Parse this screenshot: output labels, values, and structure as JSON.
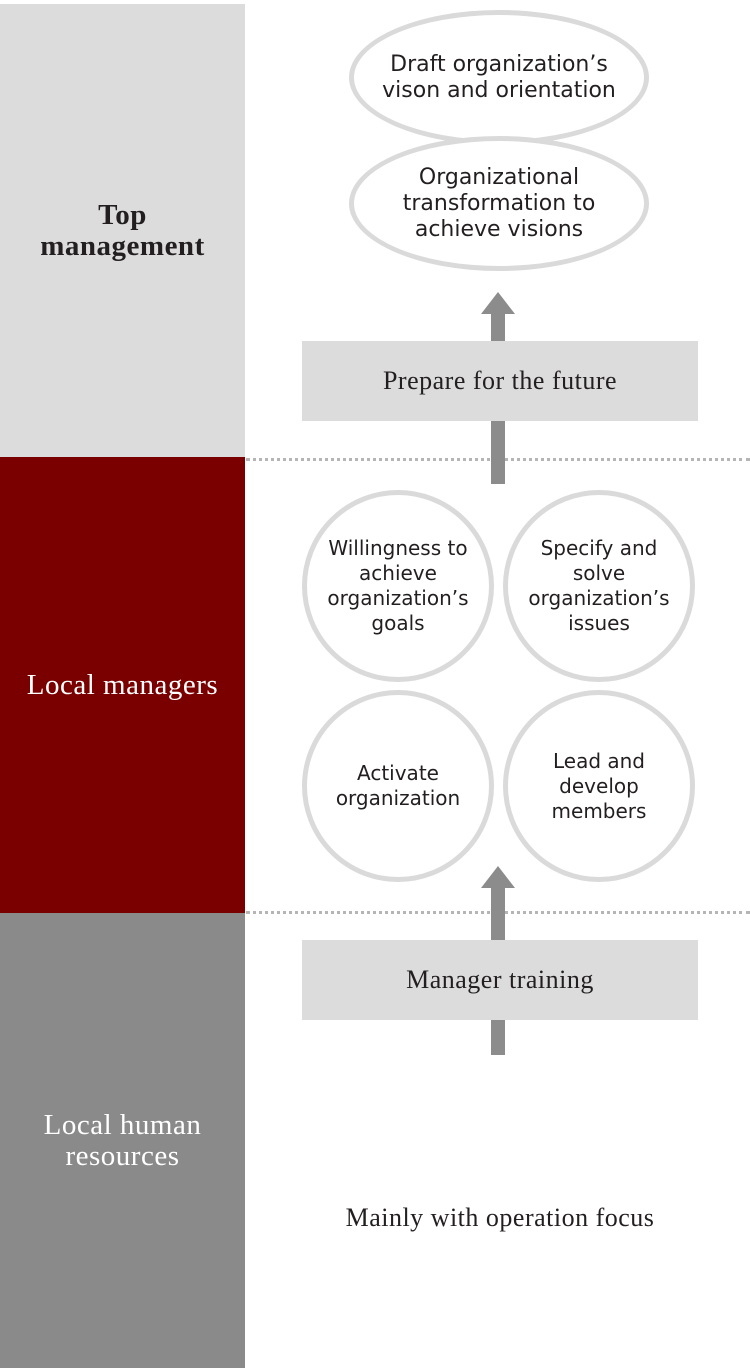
{
  "tiers": {
    "top": {
      "line1": "Top",
      "line2": "management",
      "color": "#dcdcdc"
    },
    "local": {
      "line1": "Local managers",
      "color": "#7a0000"
    },
    "hr": {
      "line1": "Local human",
      "line2": "resources",
      "color": "#8a8a8a"
    }
  },
  "vision": {
    "line1": "Draft organization’s",
    "line2": "vison and orientation"
  },
  "transformation": {
    "line1": "Organizational",
    "line2": "transformation to",
    "line3": "achieve visions"
  },
  "prepare_label": "Prepare for the future",
  "circles": {
    "willingness": {
      "line1": "Willingness to",
      "line2": "achieve",
      "line3": "organization’s",
      "line4": "goals"
    },
    "specify": {
      "line1": "Specify and",
      "line2": "solve",
      "line3": "organization’s",
      "line4": "issues"
    },
    "activate": {
      "line1": "Activate",
      "line2": "organization"
    },
    "lead": {
      "line1": "Lead and",
      "line2": "develop",
      "line3": "members"
    }
  },
  "training_label": "Manager training",
  "operation_label": "Mainly with operation focus",
  "icons": {
    "arrows": "arrow-up-icon"
  }
}
